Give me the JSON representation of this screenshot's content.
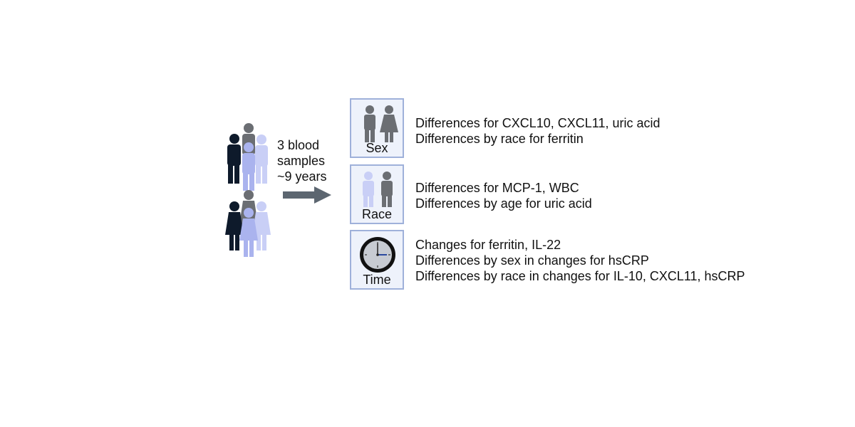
{
  "cohort": {
    "samples_text": "3 blood\nsamples\n~9 years"
  },
  "factors": [
    {
      "label": "Sex",
      "icon": "male-female-icon",
      "findings": [
        "Differences for CXCL10, CXCL11, uric acid",
        "Differences by race for ferritin"
      ]
    },
    {
      "label": "Race",
      "icon": "race-people-icon",
      "findings": [
        "Differences for MCP-1, WBC",
        "Differences by age for uric acid"
      ]
    },
    {
      "label": "Time",
      "icon": "clock-icon",
      "findings": [
        "Changes for ferritin, IL-22",
        "Differences by sex in changes for hsCRP",
        "Differences by race in changes for IL-10, CXCL11, hsCRP"
      ]
    }
  ],
  "colors": {
    "dark": "#0e1a2b",
    "grey": "#6b6e73",
    "lavender": "#aab3ee",
    "light": "#c9cff6",
    "box_fill": "#eef2fb",
    "box_border": "#9fb1da",
    "arrow": "#5c6670"
  }
}
